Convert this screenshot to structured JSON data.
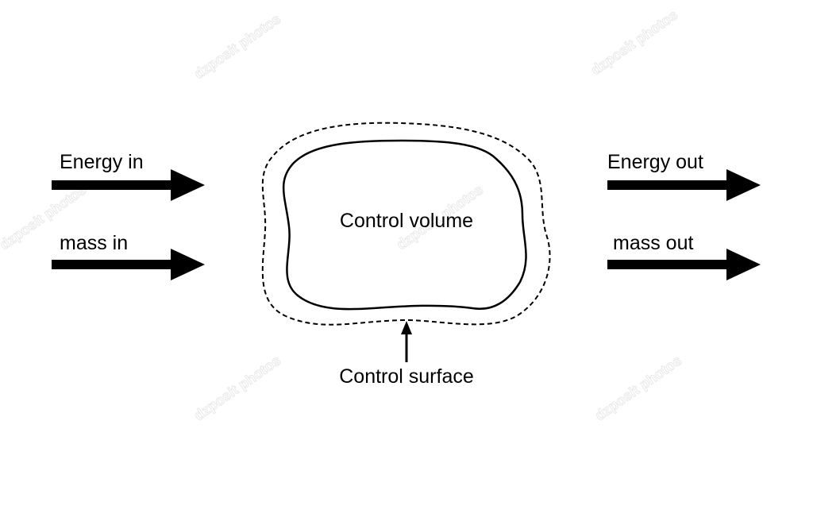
{
  "diagram": {
    "energy_in": "Energy in",
    "mass_in": "mass in",
    "energy_out": "Energy out",
    "mass_out": "mass out",
    "control_volume": "Control volume",
    "control_surface": "Control surface"
  },
  "watermark": "dzposit photos",
  "colors": {
    "line": "#000000",
    "background": "#ffffff",
    "watermark": "#e9e9e9"
  }
}
